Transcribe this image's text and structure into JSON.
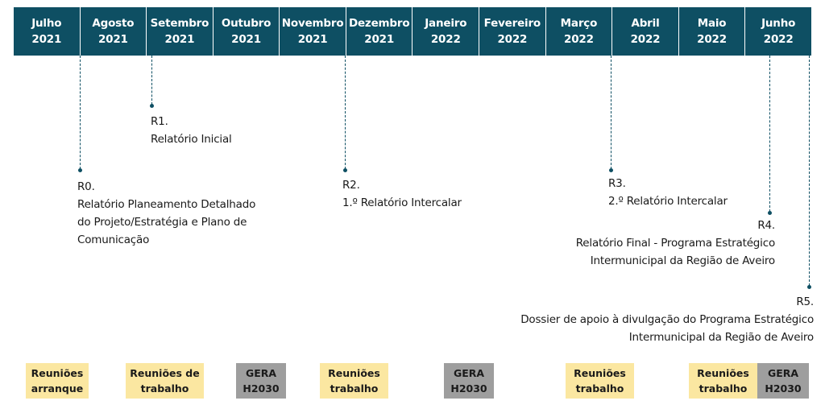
{
  "months": [
    {
      "name": "Julho",
      "year": "2021"
    },
    {
      "name": "Agosto",
      "year": "2021"
    },
    {
      "name": "Setembro",
      "year": "2021"
    },
    {
      "name": "Outubro",
      "year": "2021"
    },
    {
      "name": "Novembro",
      "year": "2021"
    },
    {
      "name": "Dezembro",
      "year": "2021"
    },
    {
      "name": "Janeiro",
      "year": "2022"
    },
    {
      "name": "Fevereiro",
      "year": "2022"
    },
    {
      "name": "Março",
      "year": "2022"
    },
    {
      "name": "Abril",
      "year": "2022"
    },
    {
      "name": "Maio",
      "year": "2022"
    },
    {
      "name": "Junho",
      "year": "2022"
    }
  ],
  "deliverables": {
    "r0": {
      "code": "R0.",
      "lines": [
        "Relatório Planeamento Detalhado",
        "do Projeto/Estratégia e Plano de",
        "Comunicação"
      ]
    },
    "r1": {
      "code": "R1.",
      "lines": [
        "Relatório Inicial"
      ]
    },
    "r2": {
      "code": "R2.",
      "lines": [
        "1.º Relatório Intercalar"
      ]
    },
    "r3": {
      "code": "R3.",
      "lines": [
        "2.º Relatório Intercalar"
      ]
    },
    "r4": {
      "code": "R4.",
      "lines": [
        "Relatório Final - Programa Estratégico",
        "Intermunicipal da Região de Aveiro"
      ]
    },
    "r5": {
      "code": "R5.",
      "lines": [
        "Dossier de apoio à divulgação do Programa Estratégico",
        "Intermunicipal da Região de Aveiro"
      ]
    }
  },
  "meetings": [
    {
      "lines": [
        "Reuniões",
        "arranque"
      ],
      "kind": "yellow"
    },
    {
      "lines": [
        "Reuniões de",
        "trabalho"
      ],
      "kind": "yellow"
    },
    {
      "lines": [
        "GERA",
        "H2030"
      ],
      "kind": "grey"
    },
    {
      "lines": [
        "Reuniões",
        "trabalho"
      ],
      "kind": "yellow"
    },
    {
      "lines": [
        "GERA",
        "H2030"
      ],
      "kind": "grey"
    },
    {
      "lines": [
        "Reuniões",
        "trabalho"
      ],
      "kind": "yellow"
    },
    {
      "lines": [
        "Reuniões",
        "trabalho"
      ],
      "kind": "yellow"
    },
    {
      "lines": [
        "GERA",
        "H2030"
      ],
      "kind": "grey"
    }
  ],
  "colors": {
    "header": "#0e4f63",
    "meeting": "#fbe7a1",
    "gera": "#9e9e9e"
  }
}
